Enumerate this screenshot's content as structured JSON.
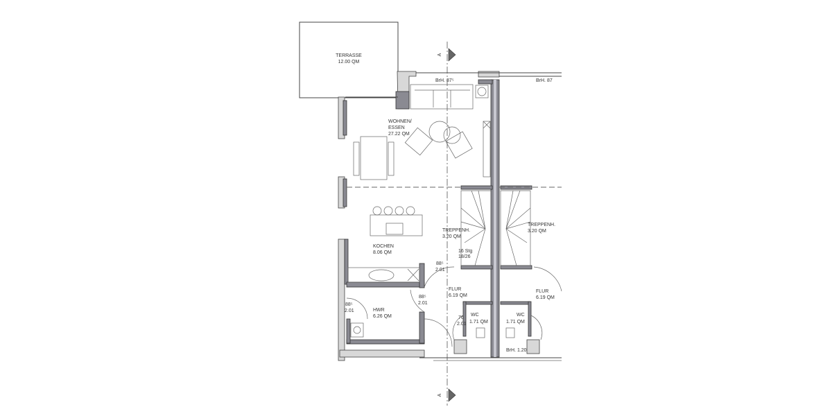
{
  "plan": {
    "section_marker": "A",
    "rooms": {
      "terrace": {
        "name": "TERRASSE",
        "area": "12.00 QM"
      },
      "living": {
        "name_line1": "WOHNEN/",
        "name_line2": "ESSEN",
        "area": "27.22 QM"
      },
      "stair_left": {
        "name": "TREPPENH.",
        "area": "3.20 QM",
        "steps": "16 Stg",
        "rise_run": "18/26"
      },
      "stair_right": {
        "name": "TREPPENH.",
        "area": "3.20 QM"
      },
      "kitchen": {
        "name": "KOCHEN",
        "area": "8.06 QM"
      },
      "hall_left": {
        "name": "FLUR",
        "area": "6.19 QM"
      },
      "hall_right": {
        "name": "FLUR",
        "area": "6.19 QM"
      },
      "utility": {
        "name": "HWR",
        "area": "6.26 QM"
      },
      "wc_left": {
        "name": "WC",
        "area": "1.71 QM"
      },
      "wc_right": {
        "name": "WC",
        "area": "1.71 QM"
      }
    },
    "window_sills": [
      "BrH. 87⁵",
      "BrH. 87",
      "BrH. 1.20"
    ],
    "doors": [
      {
        "width": "88⁵",
        "height": "2.01"
      },
      {
        "width": "88⁵",
        "height": "2.01"
      },
      {
        "width": "88⁵",
        "height": "2.01"
      },
      {
        "width": "76",
        "height": "2.01"
      }
    ]
  }
}
